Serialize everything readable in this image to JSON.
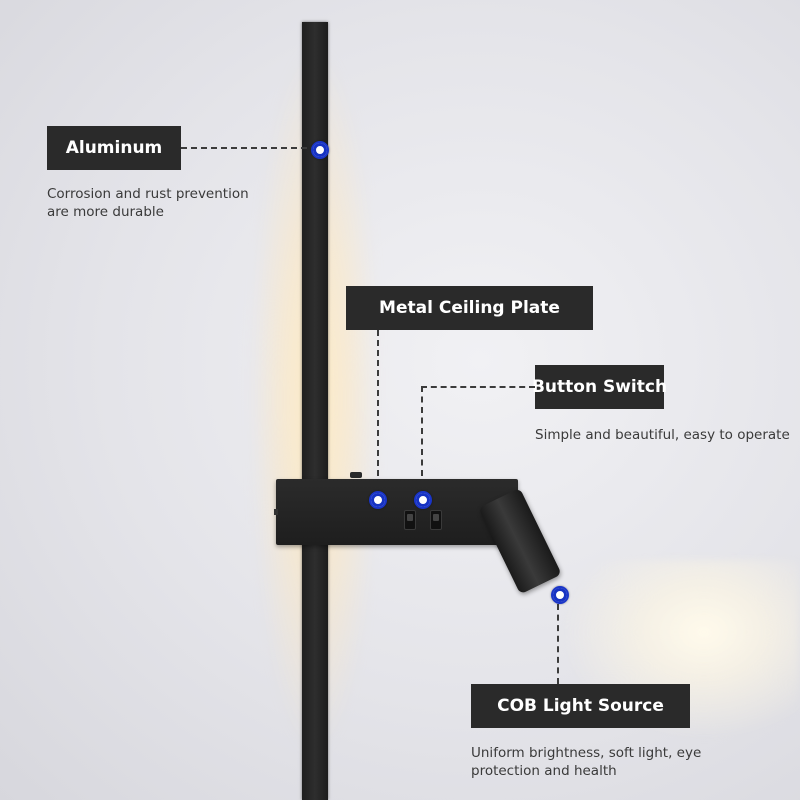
{
  "labels": {
    "aluminum": "Aluminum",
    "metal_ceiling_plate": "Metal Ceiling Plate",
    "button_switch": "Button Switch",
    "cob_light_source": "COB Light Source"
  },
  "captions": {
    "aluminum_line1": "Corrosion and rust prevention",
    "aluminum_line2": "are more durable",
    "button_switch": "Simple and beautiful, easy to operate",
    "cob_line1": "Uniform brightness, soft light, eye",
    "cob_line2": "protection and health"
  },
  "colors": {
    "label_bg": "#2a2a2a",
    "marker": "#1a35c9",
    "lamp_body": "#222222"
  }
}
